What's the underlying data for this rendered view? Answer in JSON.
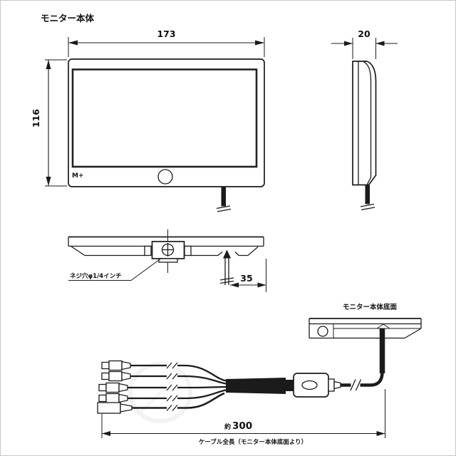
{
  "page": {
    "title": "モニター本体"
  },
  "views": {
    "front": {
      "dim_width": "173",
      "dim_height": "116",
      "logo": "M+"
    },
    "side": {
      "dim_depth": "20"
    },
    "bottom": {
      "screw_hole_label": "ネジ穴φ1/4インチ",
      "dim_cable_offset": "35"
    },
    "underside": {
      "label": "モニター本体底面"
    }
  },
  "cable_assembly": {
    "connector_count": 5,
    "dim_length_prefix": "約",
    "dim_length_value": "300",
    "caption": "ケーブル全長（モニター本体底面より）"
  },
  "colors": {
    "line": "#1b1b1b",
    "background": "#ffffff",
    "frame_border": "#c9c9c9"
  }
}
